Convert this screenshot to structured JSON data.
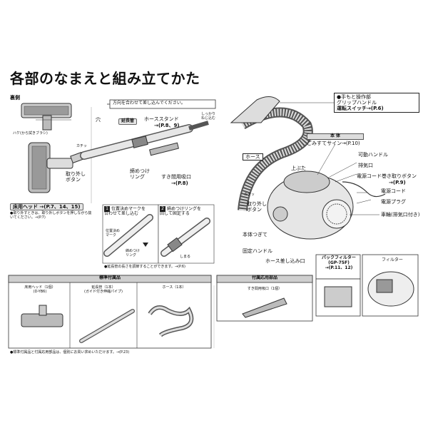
{
  "page_title": "各部のなまえと組み立てかた",
  "left": {
    "back_label": "裏側",
    "brush_note": "ハケ(から拭きブラシ)",
    "insert_instruction": "方向を合わせて差し込んでください。",
    "hole_label": "穴",
    "click_label": "カチッ",
    "extension_pipe": "延長管",
    "hose_stand": "ホーススタンド",
    "hose_stand_ref": "→(P.8、9)",
    "firmly_insert": "しっかり\nねじ込む",
    "release_button": "取り外し\nボタン",
    "tighten_ring": "締めつけ\nリング",
    "gap_nozzle": "すき間用吸口",
    "gap_nozzle_ref": "→(P.8)",
    "floor_head_label": "床用ヘッド →(P.7、14、15)",
    "floor_head_note": "●取り外すときは、取り外しボタンを押しながら抜いてください。→(P.7)",
    "step1_num": "1",
    "step1_text": "位置決めマークを\n合わせて差し込む",
    "step2_num": "2",
    "step2_text": "締めつけリングを\n回して固定する",
    "position_mark": "位置決め\nマーク",
    "tighten_ring2": "締めつけ\nリング",
    "loosen": "しまる",
    "pipe_note": "●延長管の長さを調節することができます。→(P.6)"
  },
  "accessories": {
    "header": "標準付属品",
    "items": [
      {
        "name": "床用ヘッド（1個）",
        "model": "(D-YB6)"
      },
      {
        "name": "延長管（1本）",
        "model": "(ガイド付き伸縮パイプ)"
      },
      {
        "name": "ホース（1本）",
        "model": ""
      }
    ],
    "footnote": "●標準付属品と付属応用部品は、個別にお買い求めいただけます。→(P.23)"
  },
  "right": {
    "top_label_1": "●手もと操作部",
    "top_label_2": "グリップハンドル",
    "top_label_3": "運転スイッチ→(P.6)",
    "body_header": "本 体",
    "dust_sign": "ごみすてサイン→(P.10)",
    "movable_handle": "可動ハンドル",
    "exhaust": "排気口",
    "cord_button": "電源コード巻き取りボタン",
    "cord_button_ref": "→(P.9)",
    "power_cord": "電源コード",
    "power_plug": "電源プラグ",
    "wheel": "車輪(排気口付き)",
    "hose": "ホース",
    "top_cover": "上ぶた",
    "click": "カチッ",
    "release_button": "取り外し\nボタン",
    "body_joint": "本体つぎて",
    "fixed_handle": "固定ハンドル",
    "hose_inlet": "ホース差し込み口",
    "bag_filter": "パックフィルター",
    "bag_filter_model": "(GP-75F)",
    "bag_filter_ref": "→(P.11、12)",
    "filter": "フィルター"
  },
  "optional": {
    "header": "付属応用部品",
    "item": "すき間用吸口（1個）"
  }
}
